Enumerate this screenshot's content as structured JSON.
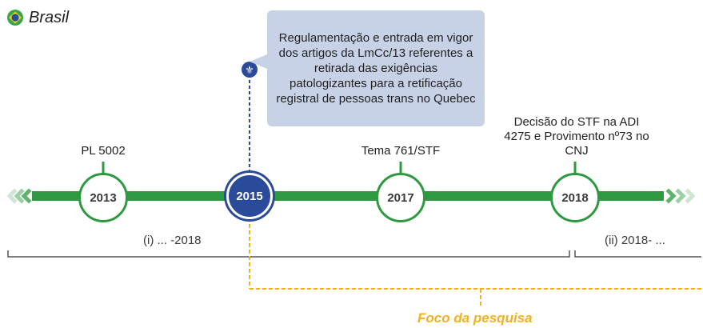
{
  "header": {
    "country": "Brasil",
    "flag_icon": "brazil-flag-icon"
  },
  "callout": {
    "text": "Regulamentação e entrada em vigor dos artigos da LmCc/13 referentes a retirada das exigências patologizantes para a retificação registral de pessoas trans no Quebec",
    "icon": "fleur-de-lis-icon"
  },
  "events": [
    {
      "year": "2013",
      "label": "PL 5002"
    },
    {
      "year": "2015",
      "label": ""
    },
    {
      "year": "2017",
      "label": "Tema 761/STF"
    },
    {
      "year": "2018",
      "label": "Decisão do STF na ADI 4275 e Provimento nº73 no CNJ"
    }
  ],
  "periods": [
    {
      "label": "(i) ... -2018"
    },
    {
      "label": "(ii) 2018- ..."
    }
  ],
  "focus": {
    "label": "Foco da pesquisa"
  },
  "colors": {
    "timeline_green": "#2e9940",
    "highlight_blue": "#2a4a9a",
    "callout_bg": "#c8d2e6",
    "focus_yellow": "#f3b21b"
  }
}
